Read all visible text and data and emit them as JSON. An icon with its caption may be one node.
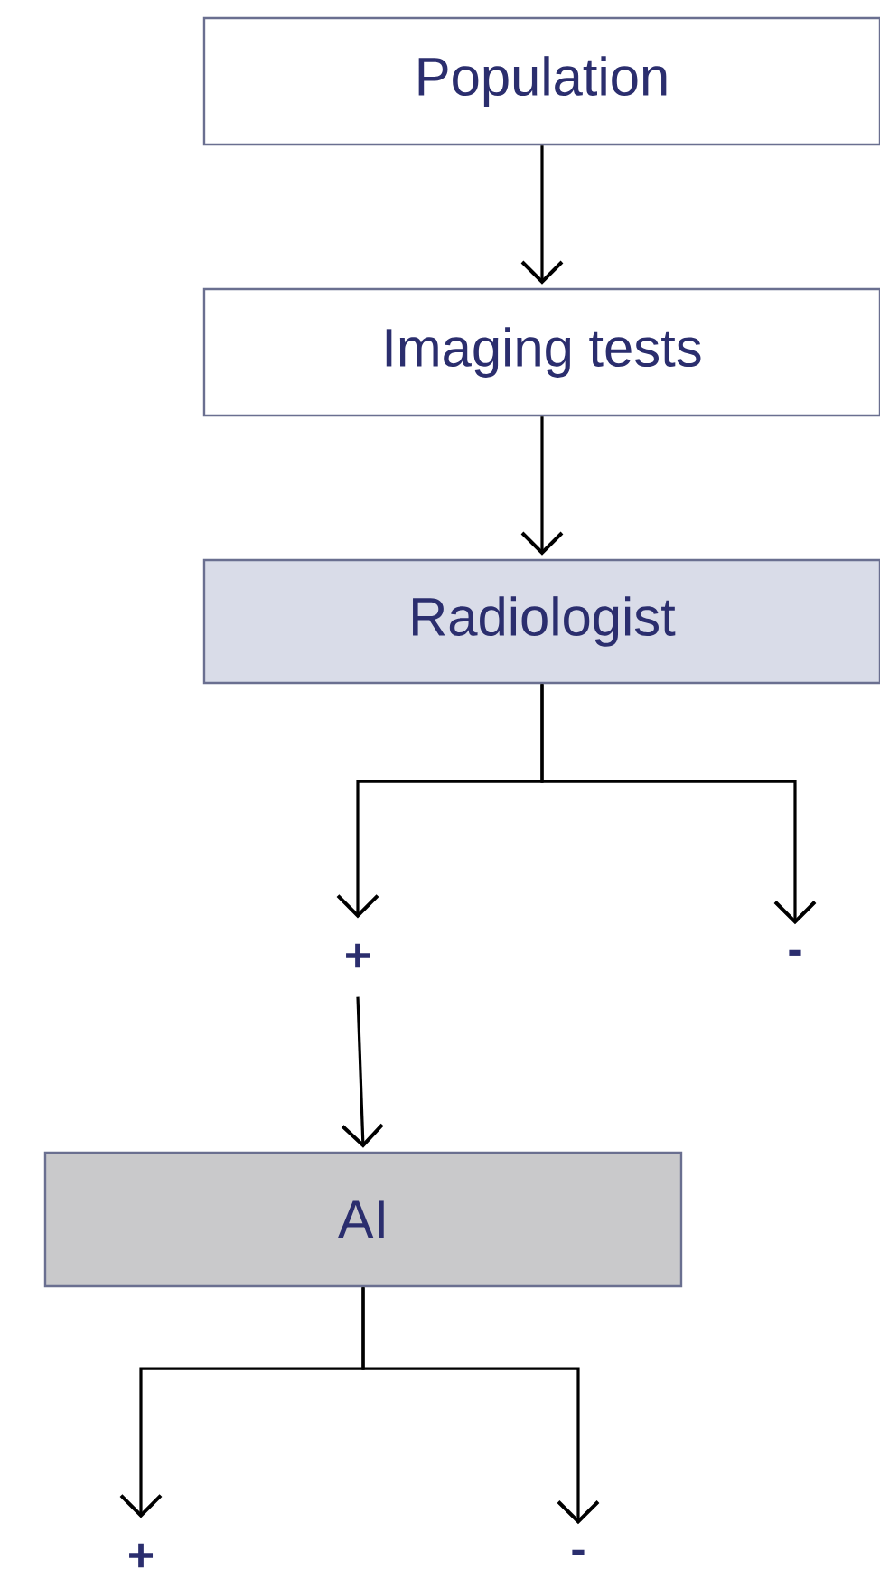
{
  "diagram": {
    "nodes": [
      {
        "text": [
          "Population"
        ]
      },
      {
        "text": [
          "Imaging tests"
        ]
      },
      {
        "text": [
          "Radiologist"
        ]
      },
      {
        "text": [
          "+"
        ]
      },
      {
        "text": [
          "-"
        ]
      },
      {
        "text": [
          "AI"
        ]
      },
      {
        "text": [
          "+"
        ]
      },
      {
        "text": [
          "-"
        ]
      }
    ],
    "edges": [
      {
        "from": 0,
        "to": 1,
        "arrow": "to"
      },
      {
        "from": 1,
        "to": 2,
        "arrow": "to"
      },
      {
        "from": 2,
        "to": 3,
        "arrow": "to"
      },
      {
        "from": 2,
        "to": 4,
        "arrow": "to"
      },
      {
        "from": 3,
        "to": 5,
        "arrow": "to"
      },
      {
        "from": 5,
        "to": 6,
        "arrow": "to"
      },
      {
        "from": 5,
        "to": 7,
        "arrow": "to"
      }
    ]
  }
}
